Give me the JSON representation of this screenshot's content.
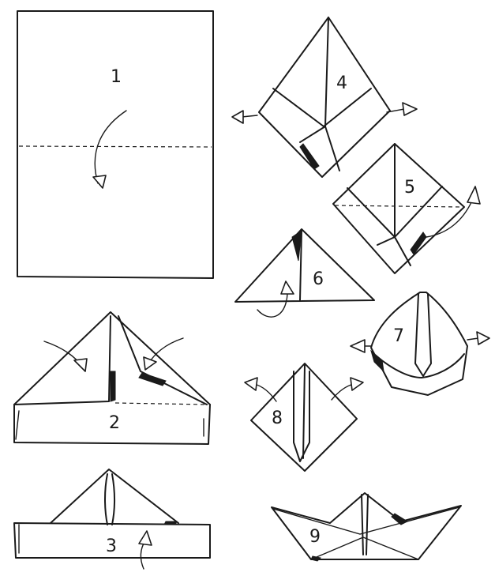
{
  "steps": [
    {
      "number": "1"
    },
    {
      "number": "2"
    },
    {
      "number": "3"
    },
    {
      "number": "4"
    },
    {
      "number": "5"
    },
    {
      "number": "6"
    },
    {
      "number": "7"
    },
    {
      "number": "8"
    },
    {
      "number": "9"
    }
  ]
}
